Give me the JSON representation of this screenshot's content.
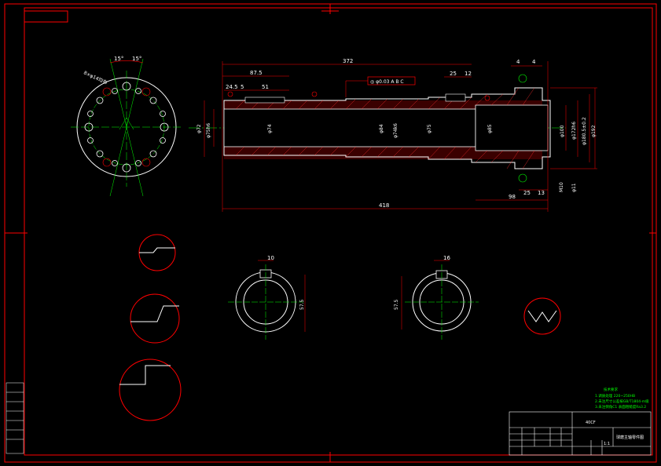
{
  "colors": {
    "background": "#000000",
    "frame": "#ff0000",
    "outline": "#ffffff",
    "centerline": "#00ff00",
    "dimension": "#ff0000",
    "hatch": "#ff3030",
    "text": "#ffffff",
    "note": "#00ff00"
  },
  "flange_view": {
    "angle_left": "15°",
    "angle_right": "15°",
    "hole_note": "8×φ14均布"
  },
  "shaft_dims": {
    "overall_length": "418",
    "total_top": "372",
    "d_87_5": "87.5",
    "d_24_5": "24.5",
    "d_5": "5",
    "d_51": "51",
    "d_25_top": "25",
    "d_12": "12",
    "d_4a": "4",
    "d_4b": "4",
    "d_98": "98",
    "d_25_bot": "25",
    "d_13": "13",
    "phi72": "φ72",
    "phi75h6": "φ75h6",
    "phi74": "φ74",
    "phi84": "φ84",
    "phi74k6": "φ74k6",
    "phi75": "φ75",
    "phi85": "φ85",
    "phi100": "φ100",
    "phi172h6": "φ172h6",
    "phi180": "φ180.5±0.2",
    "phi192": "φ192",
    "m10": "M10",
    "phi11": "φ11",
    "tolerance_frame": "◎ φ0.03  A  B  C"
  },
  "sections": {
    "key_width_1": "10",
    "key_depth_1": "57.5",
    "key_width_2": "16",
    "key_depth_2": "57.5"
  },
  "tech_notes": {
    "heading": "技术要求",
    "line1": "1.调质处理 220~250HB",
    "line2": "2.未注尺寸公差按GB/T1804-m级",
    "line3": "3.未注倒角C1 表面粗糙度Ra3.2"
  },
  "title_block": {
    "code": "40CF",
    "name": "球磨主轴零件图",
    "scale": "1:1"
  }
}
